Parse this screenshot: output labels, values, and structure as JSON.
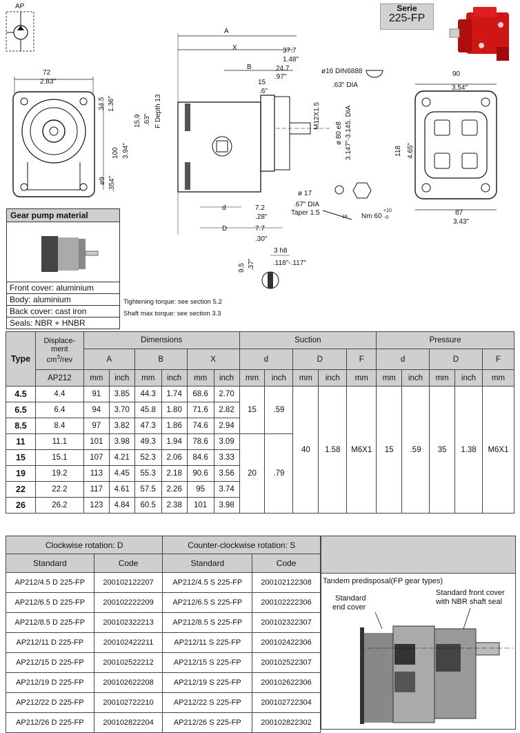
{
  "header": {
    "series_label": "Serie",
    "series_value": "225-FP",
    "ap_label": "AP"
  },
  "drawing": {
    "front": {
      "w_mm": "72",
      "w_in": "2.83\"",
      "h1_mm": "34.5",
      "h1_in": "1.36\"",
      "h2_mm": "100",
      "h2_in": "3.94\"",
      "h3_mm": "ø9",
      "h3_in": ".354\""
    },
    "side": {
      "A": "A",
      "X": "X",
      "B": "B",
      "D": "D",
      "d": "d",
      "v37": "37.7",
      "v148": "1.48\"",
      "v247": "24.7",
      "v97": ".97\"",
      "v15": "15",
      ".6": ".6\"",
      "v159": "15.9",
      "v63": ".63\"",
      "fdepth": "F Depth 13",
      "m12": "M12X1.5",
      "phi80": "ø 80 e8",
      "dia80": "3.147\"-3.145. DIA",
      "phi16": "ø16 DIN6888",
      "dia16": ".63\" DIA",
      "phi17": "ø 17",
      "dia17": ".67\" DIA",
      "taper": "Taper 1:5",
      "v72": "7.2",
      "v28": ".28\"",
      "v77": "7.7",
      "v30": ".30\"",
      "nm": "Nm 60",
      "tol_plus": "+10",
      "tol_minus": "-0",
      "key19": "19"
    },
    "key": {
      "h8": "3 h8",
      "h8in": ".118\"-.117\"",
      "v95": "9.5",
      "v37": ".37\""
    },
    "rear": {
      "w_mm": "90",
      "w_in": "3.54\"",
      "h_mm": "118",
      "h_in": "4.65\"",
      "b_mm": "87",
      "b_in": "3.43\""
    }
  },
  "materials": {
    "title": "Gear pump material",
    "rows": [
      "Front cover: aluminium",
      "Body: aluminium",
      "Back cover: cast iron",
      "Seals: NBR + HNBR"
    ]
  },
  "notes": {
    "torque": "Tightening torque: see section 5.2",
    "shaft": "Shaft max torque: see section 3.3"
  },
  "spec": {
    "type": "Type",
    "disp1": "Displace-",
    "disp2": "ment",
    "disp3": "cm",
    "disp_sup": "3",
    "disp4": "/rev",
    "ap": "AP212",
    "dimensions": "Dimensions",
    "suction": "Suction",
    "pressure": "Pressure",
    "A": "A",
    "B": "B",
    "X": "X",
    "d": "d",
    "D": "D",
    "F": "F",
    "mm": "mm",
    "inch": "inch",
    "rows": [
      {
        "type": "4.5",
        "disp": "4.4",
        "a_mm": "91",
        "a_in": "3.85",
        "b_mm": "44.3",
        "b_in": "1.74",
        "x_mm": "68.6",
        "x_in": "2.70"
      },
      {
        "type": "6.5",
        "disp": "6.4",
        "a_mm": "94",
        "a_in": "3.70",
        "b_mm": "45.8",
        "b_in": "1.80",
        "x_mm": "71.6",
        "x_in": "2.82"
      },
      {
        "type": "8.5",
        "disp": "8.4",
        "a_mm": "97",
        "a_in": "3.82",
        "b_mm": "47.3",
        "b_in": "1.86",
        "x_mm": "74.6",
        "x_in": "2.94"
      },
      {
        "type": "11",
        "disp": "11.1",
        "a_mm": "101",
        "a_in": "3.98",
        "b_mm": "49.3",
        "b_in": "1.94",
        "x_mm": "78.6",
        "x_in": "3.09"
      },
      {
        "type": "15",
        "disp": "15.1",
        "a_mm": "107",
        "a_in": "4.21",
        "b_mm": "52.3",
        "b_in": "2.06",
        "x_mm": "84.6",
        "x_in": "3.33"
      },
      {
        "type": "19",
        "disp": "19.2",
        "a_mm": "113",
        "a_in": "4.45",
        "b_mm": "55.3",
        "b_in": "2.18",
        "x_mm": "90.6",
        "x_in": "3.56"
      },
      {
        "type": "22",
        "disp": "22.2",
        "a_mm": "117",
        "a_in": "4.61",
        "b_mm": "57.5",
        "b_in": "2.26",
        "x_mm": "95",
        "x_in": "3.74"
      },
      {
        "type": "26",
        "disp": "26.2",
        "a_mm": "123",
        "a_in": "4.84",
        "b_mm": "60.5",
        "b_in": "2.38",
        "x_mm": "101",
        "x_in": "3.98"
      }
    ],
    "suc_d_top_mm": "15",
    "suc_d_top_in": ".59",
    "suc_d_bot_mm": "20",
    "suc_d_bot_in": ".79",
    "suc_D_mm": "40",
    "suc_D_in": "1.58",
    "suc_F": "M6X1",
    "pre_d_mm": "15",
    "pre_d_in": ".59",
    "pre_D_mm": "35",
    "pre_D_in": "1.38",
    "pre_F": "M6X1"
  },
  "codes": {
    "cw": "Clockwise rotation: D",
    "ccw": "Counter-clockwise rotation: S",
    "standard": "Standard",
    "code": "Code",
    "rows": [
      {
        "cw_std": "AP212/4.5 D 225-FP",
        "cw_code": "200102122207",
        "ccw_std": "AP212/4.5 S 225-FP",
        "ccw_code": "200102122308"
      },
      {
        "cw_std": "AP212/6.5 D 225-FP",
        "cw_code": "200102222209",
        "ccw_std": "AP212/6.5 S 225-FP",
        "ccw_code": "200102222306"
      },
      {
        "cw_std": "AP212/8.5 D 225-FP",
        "cw_code": "200102322213",
        "ccw_std": "AP212/8.5 S 225-FP",
        "ccw_code": "200102322307"
      },
      {
        "cw_std": "AP212/11 D 225-FP",
        "cw_code": "200102422211",
        "ccw_std": "AP212/11 S 225-FP",
        "ccw_code": "200102422306"
      },
      {
        "cw_std": "AP212/15 D 225-FP",
        "cw_code": "200102522212",
        "ccw_std": "AP212/15 S 225-FP",
        "ccw_code": "200102522307"
      },
      {
        "cw_std": "AP212/19 D 225-FP",
        "cw_code": "200102622208",
        "ccw_std": "AP212/19 S 225-FP",
        "ccw_code": "200102622306"
      },
      {
        "cw_std": "AP212/22 D 225-FP",
        "cw_code": "200102722210",
        "ccw_std": "AP212/22 S 225-FP",
        "ccw_code": "200102722304"
      },
      {
        "cw_std": "AP212/26 D 225-FP",
        "cw_code": "200102822204",
        "ccw_std": "AP212/26 S 225-FP",
        "ccw_code": "200102822302"
      }
    ]
  },
  "tandem": {
    "title": "Tandem predisposal(FP gear types)",
    "std_end1": "Standard",
    "std_end2": "end cover",
    "std_front1": "Standard front cover",
    "std_front2": "with NBR shaft seal"
  }
}
